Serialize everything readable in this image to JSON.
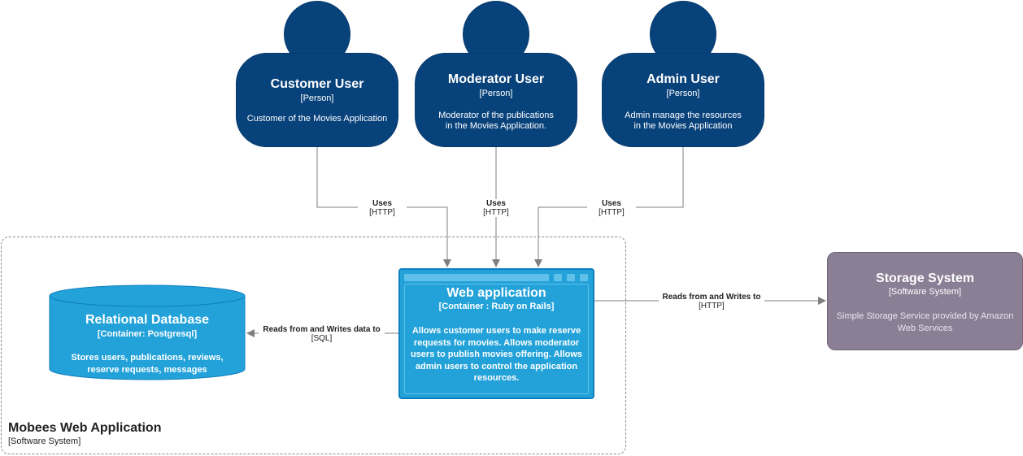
{
  "persons": [
    {
      "name": "Customer User",
      "type": "[Person]",
      "description": "Customer of the Movies Application"
    },
    {
      "name": "Moderator User",
      "type": "[Person]",
      "description_lines": [
        "Moderator of the publications",
        "in the Movies Application."
      ]
    },
    {
      "name": "Admin User",
      "type": "[Person]",
      "description_lines": [
        "Admin manage the resources",
        "in the Movies Application"
      ]
    }
  ],
  "boundary": {
    "name": "Mobees Web Application",
    "type": "[Software System]"
  },
  "webapp": {
    "name": "Web application",
    "type": "[Container : Ruby on Rails]",
    "description": "Allows customer users to make reserve requests for movies. Allows moderator users to publish movies offering. Allows admin users to control the application resources."
  },
  "database": {
    "name": "Relational Database",
    "type": "[Container: Postgresql]",
    "description_lines": [
      "Stores users, publications, reviews,",
      "reserve requests, messages"
    ]
  },
  "storage": {
    "name": "Storage System",
    "type": "[Software System]",
    "description": "Simple Storage Service provided by Amazon Web Services"
  },
  "relations": [
    {
      "label": "Uses",
      "tech": "[HTTP]"
    },
    {
      "label": "Uses",
      "tech": "[HTTP]"
    },
    {
      "label": "Uses",
      "tech": "[HTTP]"
    },
    {
      "label": "Reads from and Writes data to",
      "tech": "[SQL]"
    },
    {
      "label": "Reads from and Writes to",
      "tech": "[HTTP]"
    }
  ],
  "colors": {
    "person": "#08427b",
    "container": "#23a2d9",
    "external_system": "#8b7f96",
    "arrow": "#7f7f7f"
  }
}
